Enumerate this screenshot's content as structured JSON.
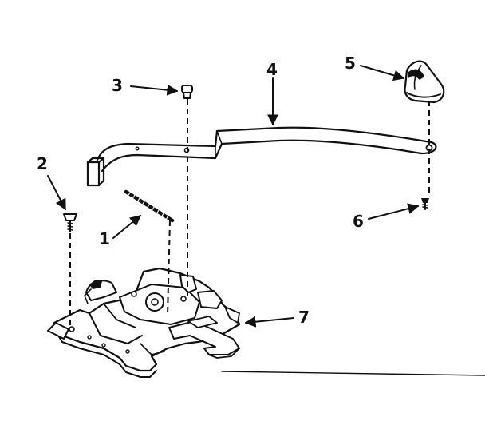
{
  "diagram": {
    "colors": {
      "ink": "#111111",
      "paper": "#ffffff"
    },
    "callouts": [
      {
        "id": "1",
        "label": "1"
      },
      {
        "id": "2",
        "label": "2"
      },
      {
        "id": "3",
        "label": "3"
      },
      {
        "id": "4",
        "label": "4"
      },
      {
        "id": "5",
        "label": "5"
      },
      {
        "id": "6",
        "label": "6"
      },
      {
        "id": "7",
        "label": "7"
      }
    ]
  }
}
